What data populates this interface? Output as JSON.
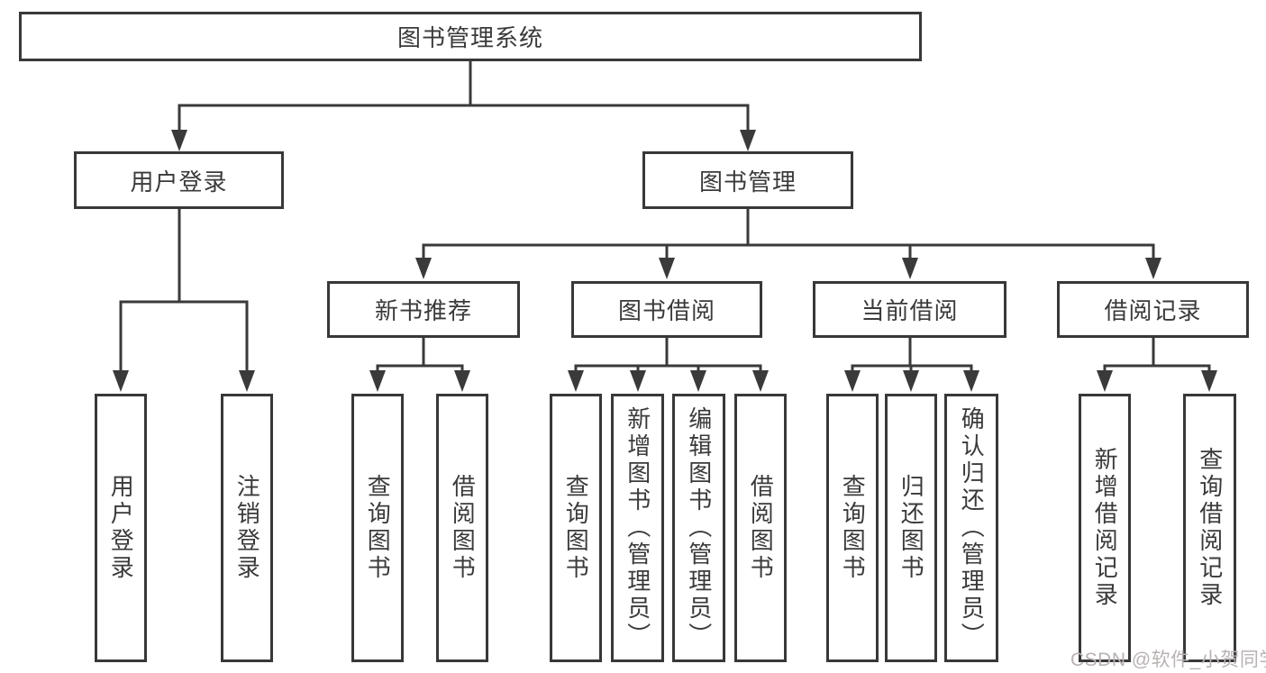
{
  "diagram": {
    "watermark": "CSDN @软件_小贺同学",
    "colors": {
      "line": "#3a3a3a",
      "box_border": "#383838",
      "text": "#3a3a3a",
      "watermark": "#b9b2b2",
      "background": "#ffffff"
    },
    "tree": {
      "label": "图书管理系统",
      "children": [
        {
          "label": "用户登录",
          "children": [
            {
              "label": "用户登录"
            },
            {
              "label": "注销登录"
            }
          ]
        },
        {
          "label": "图书管理",
          "children": [
            {
              "label": "新书推荐",
              "children": [
                {
                  "label": "查询图书"
                },
                {
                  "label": "借阅图书"
                }
              ]
            },
            {
              "label": "图书借阅",
              "children": [
                {
                  "label": "查询图书"
                },
                {
                  "label": "新增图书（管理员）"
                },
                {
                  "label": "编辑图书（管理员）"
                },
                {
                  "label": "借阅图书"
                }
              ]
            },
            {
              "label": "当前借阅",
              "children": [
                {
                  "label": "查询图书"
                },
                {
                  "label": "归还图书"
                },
                {
                  "label": "确认归还（管理员）"
                }
              ]
            },
            {
              "label": "借阅记录",
              "children": [
                {
                  "label": "新增借阅记录"
                },
                {
                  "label": "查询借阅记录"
                }
              ]
            }
          ]
        }
      ]
    }
  }
}
